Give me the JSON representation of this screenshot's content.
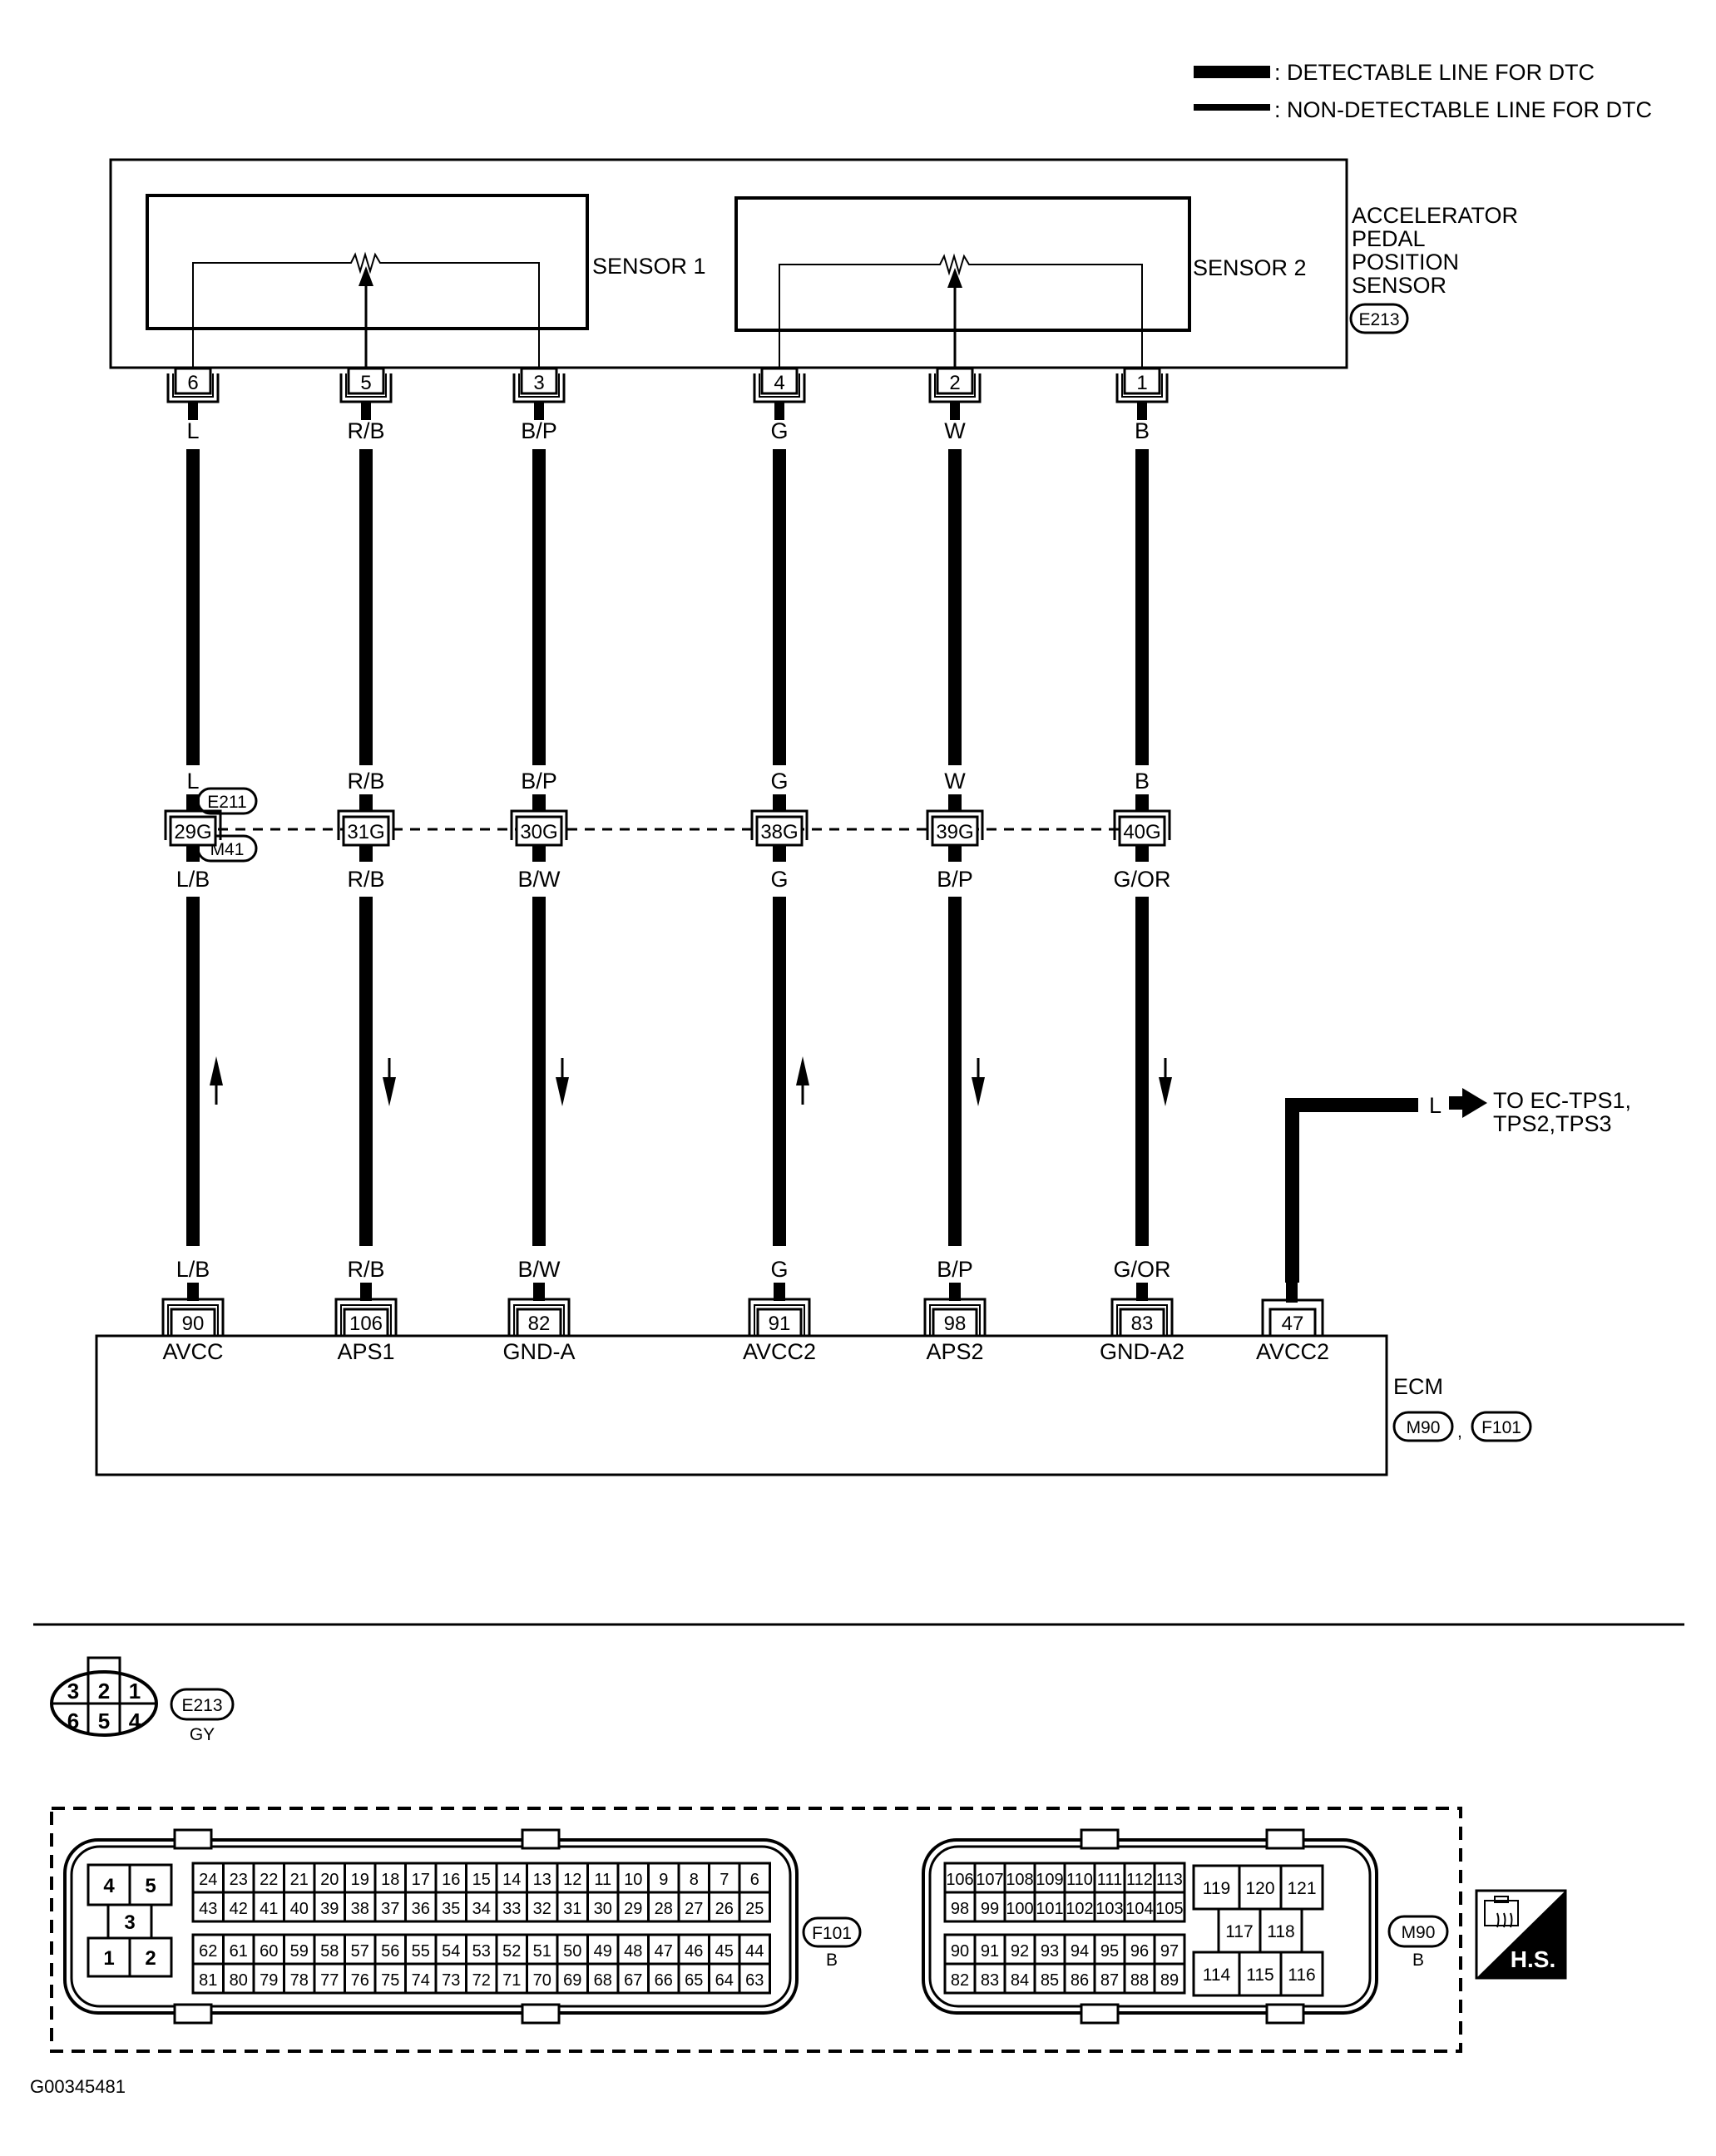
{
  "legend": {
    "detectable": ": DETECTABLE LINE FOR DTC",
    "non_detectable": ": NON-DETECTABLE LINE FOR DTC"
  },
  "sensor": {
    "title_lines": [
      "ACCELERATOR",
      "PEDAL",
      "POSITION",
      "SENSOR"
    ],
    "connector_id": "E213",
    "sensor1_label": "SENSOR 1",
    "sensor2_label": "SENSOR 2"
  },
  "junction": {
    "connector_ids": [
      "E211",
      "M41"
    ]
  },
  "ecm": {
    "label": "ECM",
    "connector_ids": [
      "M90",
      "F101"
    ],
    "separator": ","
  },
  "wires": [
    {
      "sensor_pin": "6",
      "sensor_color": "L",
      "joint": "29G",
      "ecm_color": "L/B",
      "ecm_pin": "90",
      "ecm_signal": "AVCC",
      "direction": "up"
    },
    {
      "sensor_pin": "5",
      "sensor_color": "R/B",
      "joint": "31G",
      "ecm_color": "R/B",
      "ecm_pin": "106",
      "ecm_signal": "APS1",
      "direction": "down"
    },
    {
      "sensor_pin": "3",
      "sensor_color": "B/P",
      "joint": "30G",
      "ecm_color": "B/W",
      "ecm_pin": "82",
      "ecm_signal": "GND-A",
      "direction": "down"
    },
    {
      "sensor_pin": "4",
      "sensor_color": "G",
      "joint": "38G",
      "ecm_color": "G",
      "ecm_pin": "91",
      "ecm_signal": "AVCC2",
      "direction": "up"
    },
    {
      "sensor_pin": "2",
      "sensor_color": "W",
      "joint": "39G",
      "ecm_color": "B/P",
      "ecm_pin": "98",
      "ecm_signal": "APS2",
      "direction": "down"
    },
    {
      "sensor_pin": "1",
      "sensor_color": "B",
      "joint": "40G",
      "ecm_color": "G/OR",
      "ecm_pin": "83",
      "ecm_signal": "GND-A2",
      "direction": "down"
    }
  ],
  "extra_output": {
    "ecm_pin": "47",
    "ecm_signal": "AVCC2",
    "wire_color": "L",
    "destination_lines": [
      "TO EC-TPS1,",
      "TPS2,TPS3"
    ]
  },
  "connector_views": {
    "e213": {
      "id": "E213",
      "color": "GY",
      "top_row": [
        "3",
        "2",
        "1"
      ],
      "bottom_row": [
        "6",
        "5",
        "4"
      ]
    },
    "f101": {
      "id": "F101",
      "color": "B",
      "power_pins": [
        "4",
        "5",
        "3",
        "1",
        "2"
      ],
      "rows": [
        [
          "24",
          "23",
          "22",
          "21",
          "20",
          "19",
          "18",
          "17",
          "16",
          "15",
          "14",
          "13",
          "12",
          "11",
          "10",
          "9",
          "8",
          "7",
          "6"
        ],
        [
          "43",
          "42",
          "41",
          "40",
          "39",
          "38",
          "37",
          "36",
          "35",
          "34",
          "33",
          "32",
          "31",
          "30",
          "29",
          "28",
          "27",
          "26",
          "25"
        ],
        [
          "62",
          "61",
          "60",
          "59",
          "58",
          "57",
          "56",
          "55",
          "54",
          "53",
          "52",
          "51",
          "50",
          "49",
          "48",
          "47",
          "46",
          "45",
          "44"
        ],
        [
          "81",
          "80",
          "79",
          "78",
          "77",
          "76",
          "75",
          "74",
          "73",
          "72",
          "71",
          "70",
          "69",
          "68",
          "67",
          "66",
          "65",
          "64",
          "63"
        ]
      ]
    },
    "m90": {
      "id": "M90",
      "color": "B",
      "rows": [
        [
          "106",
          "107",
          "108",
          "109",
          "110",
          "111",
          "112",
          "113"
        ],
        [
          "98",
          "99",
          "100",
          "101",
          "102",
          "103",
          "104",
          "105"
        ],
        [
          "90",
          "91",
          "92",
          "93",
          "94",
          "95",
          "96",
          "97"
        ],
        [
          "82",
          "83",
          "84",
          "85",
          "86",
          "87",
          "88",
          "89"
        ]
      ],
      "power_rows": [
        [
          "119",
          "120",
          "121"
        ],
        [
          "117",
          "118"
        ],
        [
          "114",
          "115",
          "116"
        ]
      ]
    }
  },
  "hs_badge": "H.S.",
  "figure_id": "G00345481"
}
